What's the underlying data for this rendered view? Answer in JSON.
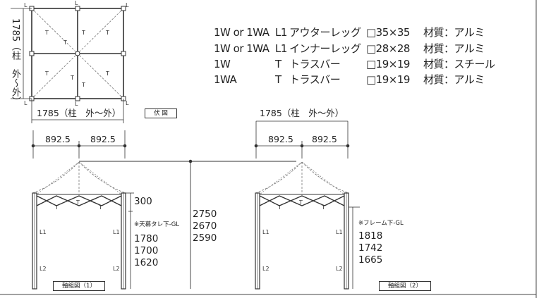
{
  "specs": [
    {
      "model": "1W or 1WA",
      "part": "L1",
      "name": "アウターレッグ",
      "size": "□35×35",
      "material": "材質：アルミ"
    },
    {
      "model": "1W or 1WA",
      "part": "L1",
      "name": "インナーレッグ",
      "size": "□28×28",
      "material": "材質：アルミ"
    },
    {
      "model": "1W",
      "part": "T",
      "name": "トラスバー",
      "size": "□19×19",
      "material": "材質：スチール"
    },
    {
      "model": "1WA",
      "part": "T",
      "name": "トラスバー",
      "size": "□19×19",
      "material": "材質：アルミ"
    }
  ],
  "plan": {
    "width_label": "1785（柱　外〜外）",
    "side_label": "1785（柱　外〜外）",
    "title": "伏 図",
    "corner_marks": [
      "L",
      "L",
      "L",
      "L",
      "L",
      "L"
    ],
    "truss_marks": [
      "T",
      "T",
      "T",
      "T",
      "T",
      "T",
      "T",
      "T"
    ]
  },
  "elev1": {
    "width_label": "1785（柱　外〜外）",
    "half_left": "892.5",
    "half_right": "892.5",
    "roof_height": "300",
    "note": "※天幕タレ下-GL",
    "heights": [
      "1780",
      "1700",
      "1620"
    ],
    "total_heights": [
      "2750",
      "2670",
      "2590"
    ],
    "title": "軸組図（1）",
    "leg_marks": [
      "L1",
      "L1",
      "L2",
      "L2"
    ],
    "truss_marks": [
      "T",
      "T",
      "T"
    ]
  },
  "elev2": {
    "width_label": "1785（柱　外〜外）",
    "half_left": "892.5",
    "half_right": "892.5",
    "note": "※フレーム下-GL",
    "heights": [
      "1818",
      "1742",
      "1665"
    ],
    "title": "軸組図（2）",
    "leg_marks": [
      "L1",
      "L1",
      "L2",
      "L2"
    ],
    "truss_marks": [
      "T",
      "T",
      "T"
    ]
  },
  "colors": {
    "line": "#333333",
    "dash": "#777777",
    "frame": "#555555"
  }
}
